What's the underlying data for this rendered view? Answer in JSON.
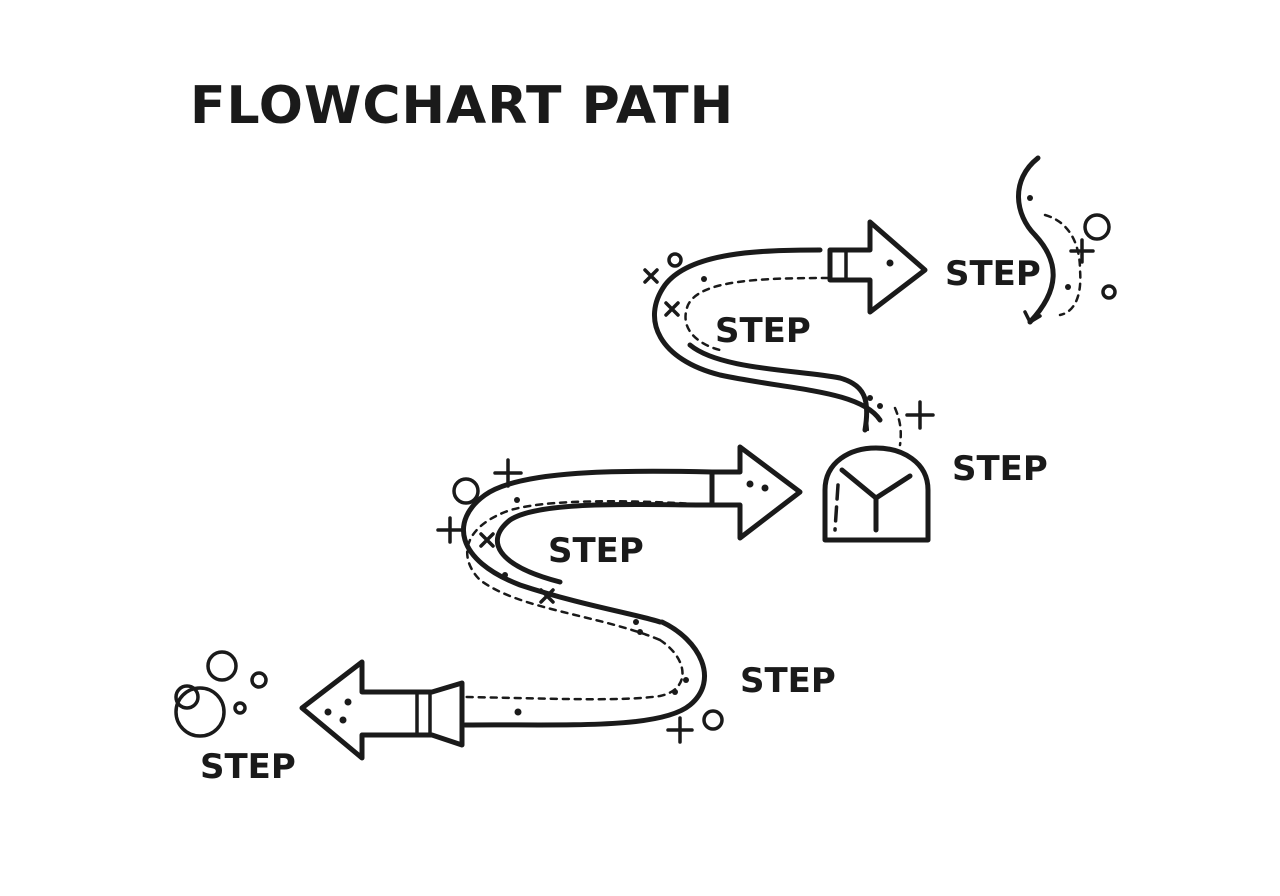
{
  "title": "FLOWCHART PATH",
  "steps": [
    {
      "label": "STEP"
    },
    {
      "label": "STEP"
    },
    {
      "label": "STEP"
    },
    {
      "label": "STEP"
    },
    {
      "label": "STEP"
    },
    {
      "label": "STEP"
    }
  ],
  "colors": {
    "ink": "#1a1a1a",
    "background": "#ffffff"
  },
  "icons": [
    "arrow-right-icon",
    "arrow-left-icon",
    "dome-gate-icon",
    "wave-arrow-icon",
    "sparkle-icon",
    "bubble-icon"
  ]
}
